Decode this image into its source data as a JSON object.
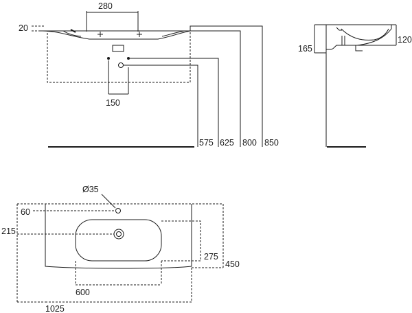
{
  "drawing": {
    "front_view": {
      "dims": {
        "tap_spacing": "280",
        "rim_thickness": "20",
        "waste_spacing": "150",
        "waste_height_575": "575",
        "waste_height_625": "625",
        "rim_height_800": "800",
        "top_height_850": "850"
      }
    },
    "side_view": {
      "dims": {
        "depth_165": "165",
        "depth_120": "120"
      }
    },
    "plan_view": {
      "dims": {
        "tap_hole_dia": "Ø35",
        "tap_offset": "60",
        "bowl_offset": "215",
        "bowl_depth": "275",
        "overall_depth": "450",
        "bowl_width": "600",
        "overall_width": "1025"
      }
    }
  }
}
